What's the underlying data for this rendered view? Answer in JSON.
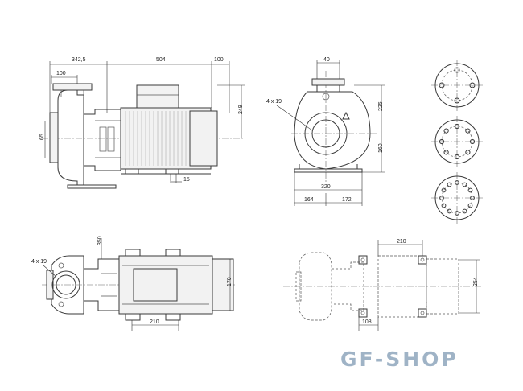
{
  "dimensions": {
    "side_view": {
      "d342_5": "342,5",
      "d504": "504",
      "d100_top": "100",
      "d100_flange": "100",
      "d249": "249",
      "d65": "65",
      "d15": "15"
    },
    "front_view": {
      "d40": "40",
      "holes": "4 x 19",
      "d225": "225",
      "d160": "160",
      "d320": "320",
      "d164": "164",
      "d172": "172"
    },
    "top_view": {
      "holes": "4 x 19",
      "d350": "350",
      "d170": "170",
      "d210": "210"
    },
    "plan_view": {
      "d210": "210",
      "d254": "254",
      "d108": "108"
    }
  },
  "logo": {
    "text": "GF-SHOP",
    "color": "#9fb3c6"
  },
  "colors": {
    "line": "#3a3a3a",
    "part_fill": "#f2f2f2"
  }
}
